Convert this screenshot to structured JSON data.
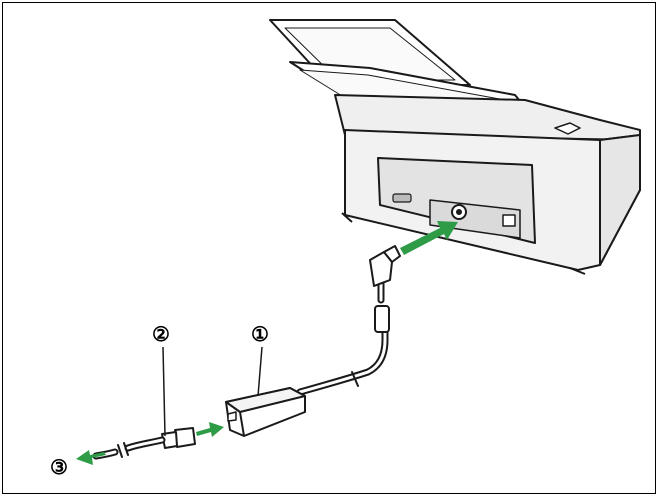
{
  "callouts": [
    {
      "id": "1",
      "label": "①"
    },
    {
      "id": "2",
      "label": "②"
    },
    {
      "id": "3",
      "label": "③"
    }
  ],
  "colors": {
    "outline": "#1a1a1a",
    "scanner_fill": "#f4f4f4",
    "scanner_panel": "#e3e3e3",
    "cable": "#ffffff",
    "arrow": "#2e9c47"
  },
  "icons": {
    "scanner": "document-scanner-icon",
    "adapter": "ac-adapter-icon",
    "plug": "dc-plug-icon",
    "cord": "power-cord-icon",
    "arrow": "connect-arrow-icon"
  }
}
